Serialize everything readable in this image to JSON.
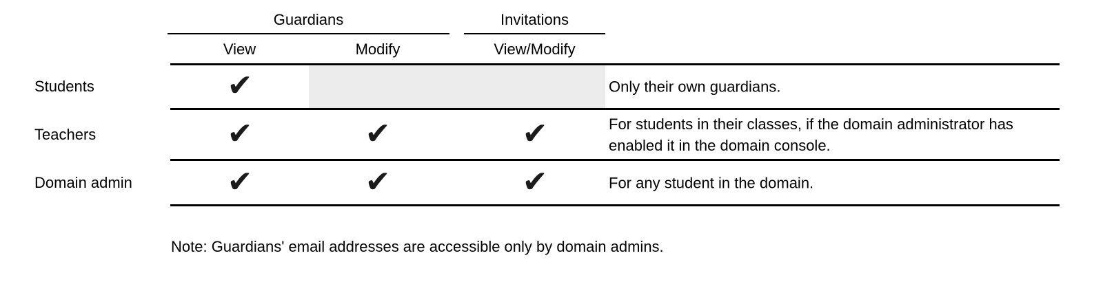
{
  "colors": {
    "background": "#ffffff",
    "text": "#000000",
    "rule": "#000000",
    "shaded_cell": "#ececec",
    "check": "#1b1b1b"
  },
  "icons": {
    "check": "✔"
  },
  "table": {
    "column_groups": [
      {
        "label": "Guardians",
        "columns": [
          "View",
          "Modify"
        ]
      },
      {
        "label": "Invitations",
        "columns": [
          "View/Modify"
        ]
      }
    ],
    "sub_headers": [
      "View",
      "Modify",
      "View/Modify"
    ],
    "rows": [
      {
        "label": "Students",
        "guardians_view": true,
        "guardians_modify": false,
        "invitations_view_modify": false,
        "shaded_cells": true,
        "note": "Only their own guardians."
      },
      {
        "label": "Teachers",
        "guardians_view": true,
        "guardians_modify": true,
        "invitations_view_modify": true,
        "shaded_cells": false,
        "note": "For students in their classes, if the domain administrator has enabled it in the domain console."
      },
      {
        "label": "Domain admin",
        "guardians_view": true,
        "guardians_modify": true,
        "invitations_view_modify": true,
        "shaded_cells": false,
        "note": "For any student in the domain."
      }
    ],
    "footnote": "Note: Guardians' email addresses are accessible only by domain admins."
  }
}
